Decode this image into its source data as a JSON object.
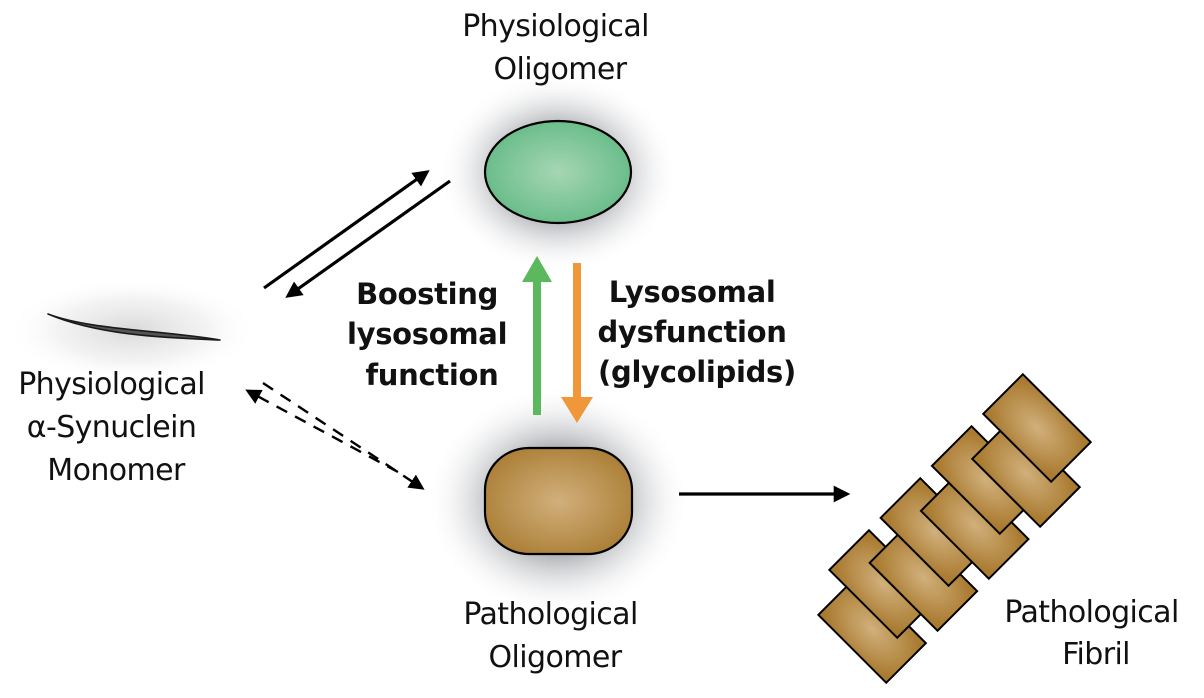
{
  "diagram": {
    "title": "alpha-Synuclein aggregation pathway and lysosomal function",
    "nodes": {
      "monomer": {
        "label_lines": [
          "Physiological",
          "α-Synuclein",
          "Monomer"
        ]
      },
      "phys_oligomer": {
        "label_lines": [
          "Physiological",
          "Oligomer"
        ],
        "fill_color": "#6fc08f"
      },
      "path_oligomer": {
        "label_lines": [
          "Pathological",
          "Oligomer"
        ],
        "fill_color": "#b8893f"
      },
      "fibril": {
        "label_lines": [
          "Pathological",
          "Fibril"
        ],
        "fill_color": "#b8893f",
        "subunit_count": 8
      }
    },
    "edges": [
      {
        "from": "monomer",
        "to": "phys_oligomer",
        "style": "solid",
        "direction": "forward"
      },
      {
        "from": "phys_oligomer",
        "to": "monomer",
        "style": "solid",
        "direction": "reverse"
      },
      {
        "from": "monomer",
        "to": "path_oligomer",
        "style": "dashed",
        "direction": "forward"
      },
      {
        "from": "path_oligomer",
        "to": "monomer",
        "style": "dashed",
        "direction": "reverse"
      },
      {
        "from": "path_oligomer",
        "to": "fibril",
        "style": "solid",
        "direction": "forward"
      },
      {
        "from": "path_oligomer",
        "to": "phys_oligomer",
        "style": "solid",
        "color": "#5cb85c",
        "label_ref": "boost"
      },
      {
        "from": "phys_oligomer",
        "to": "path_oligomer",
        "style": "solid",
        "color": "#f0973a",
        "label_ref": "dysfunction"
      }
    ],
    "annotations": {
      "boost": {
        "lines": [
          "Boosting",
          "lysosomal",
          "function"
        ],
        "arrow_color": "#5cb85c"
      },
      "dysfunction": {
        "lines": [
          "Lysosomal",
          "dysfunction",
          "(glycolipids)"
        ],
        "arrow_color": "#f0973a"
      }
    }
  }
}
